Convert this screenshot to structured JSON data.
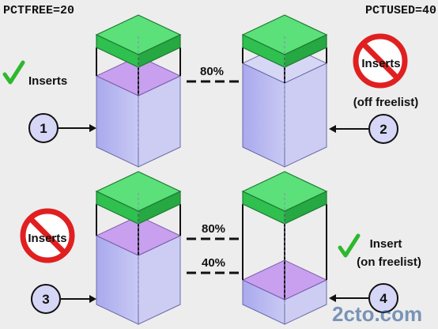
{
  "header": {
    "pctfree_label": "PCTFREE=20",
    "pctused_label": "PCTUSED=40"
  },
  "steps": [
    {
      "number": "1",
      "status_label": "Inserts",
      "status_type": "allowed",
      "icon": "check-icon"
    },
    {
      "number": "2",
      "status_label": "Inserts",
      "status_note": "(off freelist)",
      "status_type": "denied",
      "icon": "no-entry-icon"
    },
    {
      "number": "3",
      "status_label": "Inserts",
      "status_type": "denied",
      "icon": "no-entry-icon"
    },
    {
      "number": "4",
      "status_label": "Insert",
      "status_note": "(on freelist)",
      "status_type": "allowed",
      "icon": "check-icon"
    }
  ],
  "thresholds": {
    "upper_label": "80%",
    "lower_label": "40%"
  },
  "watermark": "2cto.com",
  "colors": {
    "background": "#ededed",
    "free_space_top": "#33cc55",
    "used_space": "#b8b8f0",
    "threshold_plane": "#c79cf0",
    "check": "#2db82d",
    "prohibit": "#e02020",
    "step_circle": "#d6d6f7"
  }
}
